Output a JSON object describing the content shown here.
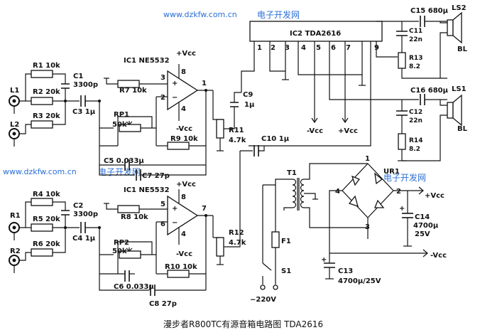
{
  "watermarks": {
    "top_url": "www.dzkfw.com.cn",
    "top_cn": "电子开发网",
    "mid_url": "www.dzkfw.com.cn",
    "mid_cn": "电子开发网",
    "right_cn": "电子开发网"
  },
  "caption": "漫步者R800TC有源音箱电路图 TDA2616",
  "ic2": {
    "label": "IC2 TDA2616",
    "pins": [
      "1",
      "2",
      "3",
      "4",
      "5",
      "6",
      "7",
      "9"
    ]
  },
  "ic1a": {
    "label": "IC1 NE5532",
    "pin_in_pos": "3",
    "pin_in_neg": "2",
    "pin_vp": "8",
    "pin_vn": "4",
    "pin_out": "1"
  },
  "ic1b": {
    "label": "IC1 NE5532",
    "pin_in_pos": "5",
    "pin_in_neg": "6",
    "pin_vp": "8",
    "pin_vn": "4",
    "pin_out": "7"
  },
  "inputs": {
    "L1": "L1",
    "L2": "L2",
    "R1": "R1",
    "R2": "R2"
  },
  "components": {
    "R1": "R1 10k",
    "R2": "R2 20k",
    "R3": "R3 20k",
    "R4": "R4 10k",
    "R5": "R5 20k",
    "R6": "R6 20k",
    "R7": "R7 10k",
    "R8": "R8 10k",
    "R9": "R9 10k",
    "R10": "R10 10k",
    "C1": "C1",
    "C1v": "3300p",
    "C2": "C2",
    "C2v": "3300p",
    "C3": "C3 1µ",
    "C4": "C4 1µ",
    "RP1": "RP1",
    "RP1v": "50k",
    "RP2": "RP2",
    "RP2v": "50k",
    "C5": "C5 0.033µ",
    "C6": "C6 0.033µ",
    "C7": "C7 27p",
    "C8": "C8 27p",
    "C9": "C9",
    "C9v": "1µ",
    "C10": "C10 1µ",
    "R11": "R11",
    "R11v": "4.7k",
    "R12": "R12",
    "R12v": "4.7k",
    "C15": "C15 680µ",
    "C16": "C16 680µ",
    "C11": "C11",
    "C11v": "22n",
    "C12": "C12",
    "C12v": "22n",
    "R13": "R13",
    "R13v": "8.2",
    "R14": "R14",
    "R14v": "8.2",
    "LS2": "LS2",
    "LS1": "LS1",
    "BL1": "BL",
    "BL2": "BL",
    "T1": "T1",
    "UR1": "UR1",
    "F1": "F1",
    "S1": "S1",
    "C13": "C13",
    "C13v": "4700µ/25V",
    "C14": "C14",
    "C14v": "4700µ",
    "C14v2": "25V",
    "mains": "~220V"
  },
  "rails": {
    "vcc_pos": "+Vcc",
    "vcc_neg": "-Vcc"
  },
  "bridge_pins": [
    "1",
    "2",
    "3",
    "4"
  ]
}
